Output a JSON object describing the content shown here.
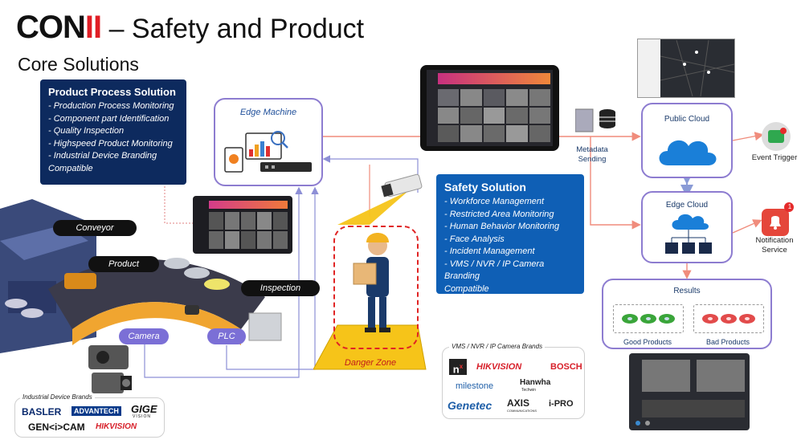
{
  "header": {
    "brand": "CON",
    "brand_accent": "II",
    "title_rest": " – Safety and Product",
    "subtitle": "Core Solutions"
  },
  "product_process": {
    "heading": "Product Process Solution",
    "items": [
      "- Production Process Monitoring",
      "- Component part Identification",
      "- Quality Inspection",
      "- Highspeed Product Monitoring",
      "- Industrial Device Branding",
      "Compatible"
    ]
  },
  "safety": {
    "heading": "Safety Solution",
    "items": [
      "- Workforce Management",
      "- Restricted Area Monitoring",
      "- Human Behavior Monitoring",
      "- Face Analysis",
      "- Incident Management",
      "- VMS / NVR / IP Camera Branding",
      "Compatible"
    ]
  },
  "labels": {
    "edge_machine": "Edge Machine",
    "conveyor": "Conveyor",
    "product": "Product",
    "inspection": "Inspection",
    "camera": "Camera",
    "plc": "PLC",
    "danger_zone": "Danger Zone",
    "metadata": "Metadata",
    "sending": "Sending",
    "public_cloud": "Public Cloud",
    "edge_cloud": "Edge Cloud",
    "event_trigger": "Event Trigger",
    "notification": "Notification",
    "service": "Service",
    "results": "Results",
    "good_products": "Good Products",
    "bad_products": "Bad Products",
    "notification_count": "1"
  },
  "industrial_brands": {
    "caption": "Industrial Device Brands",
    "basler": "BASLER",
    "advantech": "ADVANTECH",
    "gige": "GIGE",
    "gige_sub": "VISION",
    "genicam": "GEN<i>CAM",
    "hikvision": "HIKVISION"
  },
  "vms_brands": {
    "caption": "VMS / NVR / IP Camera Brands",
    "nx": "n",
    "nx_sup": "x",
    "hikvision": "HIKVISION",
    "bosch": "BOSCH",
    "milestone": "milestone",
    "hanwha": "Hanwha",
    "hanwha_sub": "Techwin",
    "genetec": "Genetec",
    "axis": "AXIS",
    "axis_sub": "COMMUNICATIONS",
    "ipro": "i-PRO"
  },
  "colors": {
    "accent_red": "#e01e25",
    "navy": "#0d2a5e",
    "safety_blue": "#0f5fb5",
    "purple": "#8d7cd0",
    "arrow_red": "#f08c7c",
    "arrow_purple": "#8d8fd6",
    "cloud_blue": "#1a7fd8",
    "good_green": "#3aa53a",
    "bad_red": "#e24b4b",
    "danger_yellow": "#f6c419"
  }
}
